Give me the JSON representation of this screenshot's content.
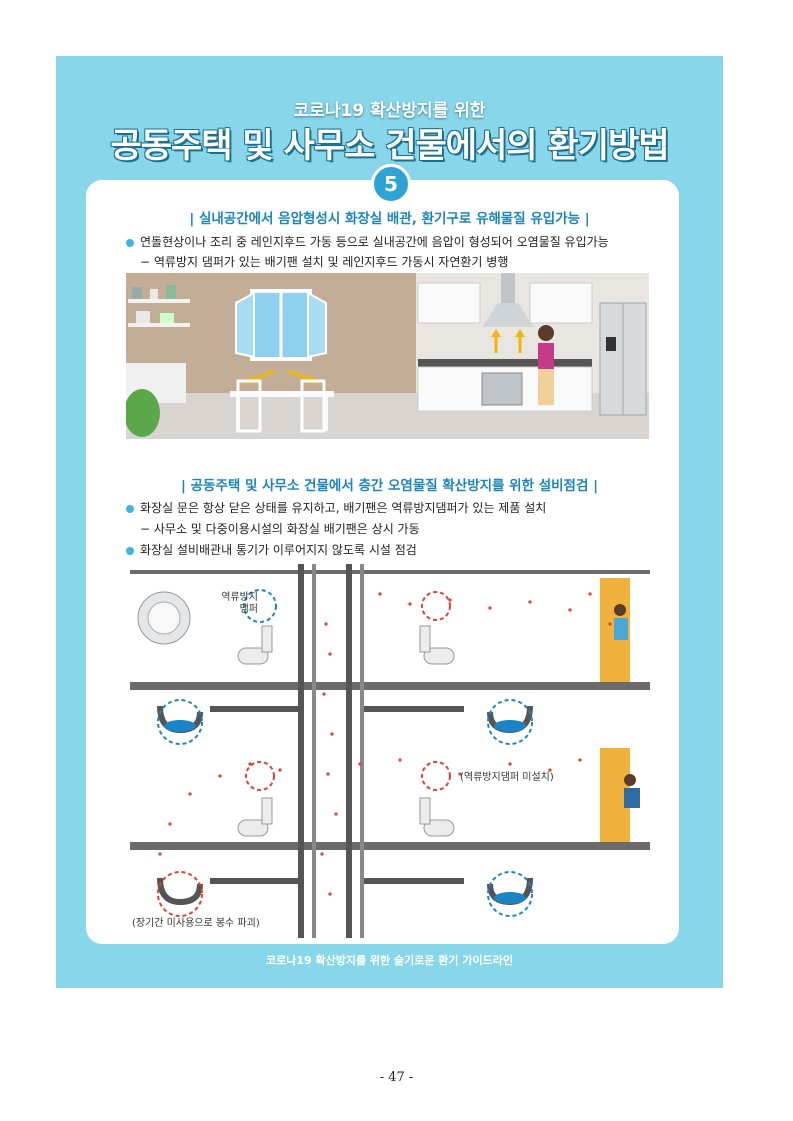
{
  "poster": {
    "subtitle": "코로나19 확산방지를 위한",
    "title": "공동주택 및 사무소 건물에서의 환기방법",
    "number": "5",
    "footer": "코로나19 확산방지를 위한 슬기로운 환기 가이드라인"
  },
  "section1": {
    "title": "|  실내공간에서 음압형성시 화장실 배관, 환기구로 유해물질 유입가능  |",
    "bullets": [
      "연돌현상이나 조리 중 레인지후드 가동 등으로 실내공간에 음압이 형성되어 오염물질 유입가능"
    ],
    "sub": [
      "− 역류방지 댐퍼가 있는 배기팬 설치 및 레인지후드 가동시 자연환기 병행"
    ]
  },
  "section2": {
    "title": "|  공동주택 및 사무소 건물에서 층간 오염물질 확산방지를 위한 설비점검  |",
    "bullets": [
      "화장실 문은 항상 닫은 상태를 유지하고, 배기팬은 역류방지댐퍼가 있는 제품 설치",
      "화장실 설비배관내 통기가 이루어지지 않도록 시설 점검"
    ],
    "sub": [
      "− 사무소 및 다중이용시설의 화장실 배기팬은 상시 가동"
    ]
  },
  "diagram": {
    "damper_label": [
      "역류방지",
      "댐퍼"
    ],
    "no_damper_label": "(역류방지댐퍼 미설치)",
    "trap_label": "(장기간 미사용으로 봉수 파괴)"
  },
  "page": {
    "number": "- 47 -"
  },
  "colors": {
    "poster_bg": "#87d6ea",
    "accent": "#1d86b8",
    "particle": "#e0402a"
  }
}
